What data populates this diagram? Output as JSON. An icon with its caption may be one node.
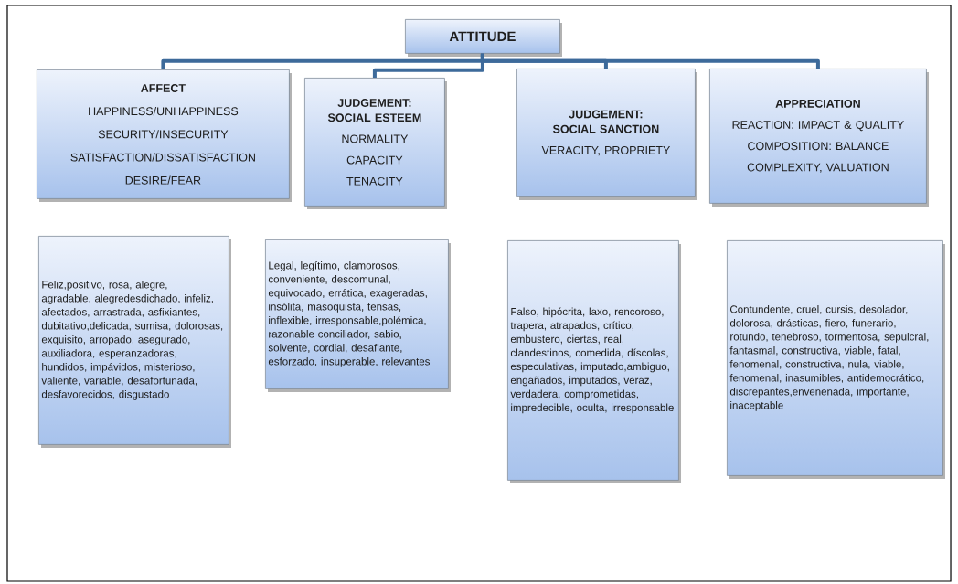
{
  "diagram": {
    "nodes": [
      {
        "text": [
          "ATTITUDE"
        ]
      },
      {
        "text": [
          "AFFECT",
          "HAPPINESS/UNHAPPINESS",
          "SECURITY/INSECURITY",
          "SATISFACTION/DISSATISFACTION",
          "DESIRE/FEAR"
        ]
      },
      {
        "text": [
          "JUDGEMENT: SOCIAL ESTEEM",
          "NORMALITY",
          "CAPACITY",
          "TENACITY"
        ]
      },
      {
        "text": [
          "JUDGEMENT: SOCIAL SANCTION",
          "VERACITY, PROPRIETY"
        ]
      },
      {
        "text": [
          "APPRECIATION",
          "REACTION: IMPACT & QUALITY",
          "COMPOSITION: BALANCE",
          "COMPLEXITY, VALUATION"
        ]
      },
      {
        "text": [
          "Feliz,positivo, rosa, alegre, agradable, alegredesdichado, infeliz, afectados, arrastrada, asfixiantes, dubitativo,delicada, sumisa, dolorosas, exquisito, arropado, asegurado, auxiliadora, esperanzadoras, hundidos, impávidos, misterioso, valiente, variable, desafortunada, desfavorecidos, disgustado"
        ]
      },
      {
        "text": [
          "Legal, legítimo, clamorosos, conveniente, descomunal, equivocado, errática, exageradas, insólita, masoquista, tensas, inflexible, irresponsable,polémica, razonable conciliador, sabio, solvente, cordial, desafiante, esforzado, insuperable, relevantes"
        ]
      },
      {
        "text": [
          "Falso, hipócrita, laxo, rencoroso, trapera, atrapados, crítico, embustero, ciertas, real, clandestinos, comedida, díscolas, especulativas, imputado,ambiguo, engañados, imputados, veraz, verdadera, comprometidas, impredecible, oculta, irresponsable"
        ]
      },
      {
        "text": [
          "Contundente, cruel, cursis, desolador, dolorosa, drásticas, fiero, funerario, rotundo, tenebroso, tormentosa, sepulcral, fantasmal, constructiva, viable, fatal, fenomenal, constructiva, nula, viable, fenomenal, inasumibles, antidemocrático, discrepantes,envenenada, importante, inaceptable"
        ]
      }
    ],
    "edges": [
      {
        "from": 0,
        "to": 1,
        "arrow": "none"
      },
      {
        "from": 0,
        "to": 2,
        "arrow": "none"
      },
      {
        "from": 0,
        "to": 3,
        "arrow": "none"
      },
      {
        "from": 0,
        "to": 4,
        "arrow": "none"
      }
    ]
  }
}
